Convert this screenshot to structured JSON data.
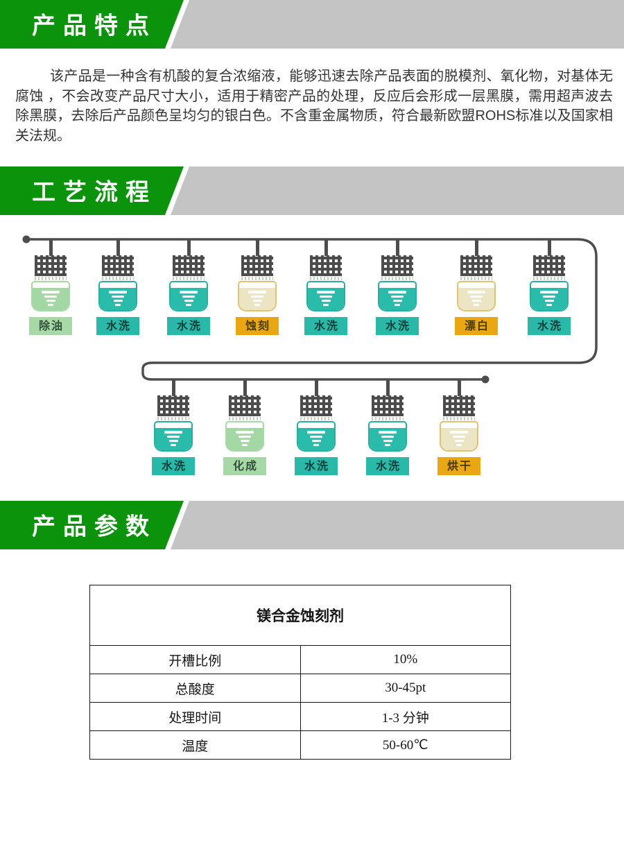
{
  "features": {
    "title": "产品特点",
    "body": "该产品是一种含有机酸的复合浓缩液，能够迅速去除产品表面的脱模剂、氧化物，对基体无腐蚀 ，不会改变产品尺寸大小，适用于精密产品的处理，反应后会形成一层黑膜，需用超声波去除黑膜，去除后产品颜色呈均匀的银白色。不含重金属物质，符合最新欧盟ROHS标准以及国家相关法规。"
  },
  "process": {
    "title": "工艺流程",
    "rows": [
      {
        "stations": [
          {
            "label": "除油",
            "type": "green"
          },
          {
            "label": "水洗",
            "type": "teal"
          },
          {
            "label": "水洗",
            "type": "teal"
          },
          {
            "label": "蚀刻",
            "type": "cream"
          },
          {
            "label": "水洗",
            "type": "teal"
          },
          {
            "label": "水洗",
            "type": "teal"
          },
          {
            "label": "漂白",
            "type": "cream"
          },
          {
            "label": "水洗",
            "type": "teal"
          }
        ]
      },
      {
        "stations": [
          {
            "label": "水洗",
            "type": "teal"
          },
          {
            "label": "化成",
            "type": "green"
          },
          {
            "label": "水洗",
            "type": "teal"
          },
          {
            "label": "水洗",
            "type": "teal"
          },
          {
            "label": "烘干",
            "type": "cream"
          }
        ]
      }
    ]
  },
  "parameters": {
    "title": "产品参数",
    "table": {
      "title": "镁合金蚀刻剂",
      "rows": [
        {
          "name": "开槽比例",
          "value": "10%"
        },
        {
          "name": "总酸度",
          "value": "30-45pt"
        },
        {
          "name": "处理时间",
          "value": "1-3 分钟"
        },
        {
          "name": "温度",
          "value": "50-60℃"
        }
      ]
    }
  },
  "colors": {
    "banner_green": "#0c930c",
    "banner_gray": "#c4c4c4",
    "teal": "#2abcab",
    "light_green": "#a6d9a6",
    "gold": "#e9a713",
    "cream": "#ece5c3",
    "rail_gray": "#4d4d4d"
  }
}
